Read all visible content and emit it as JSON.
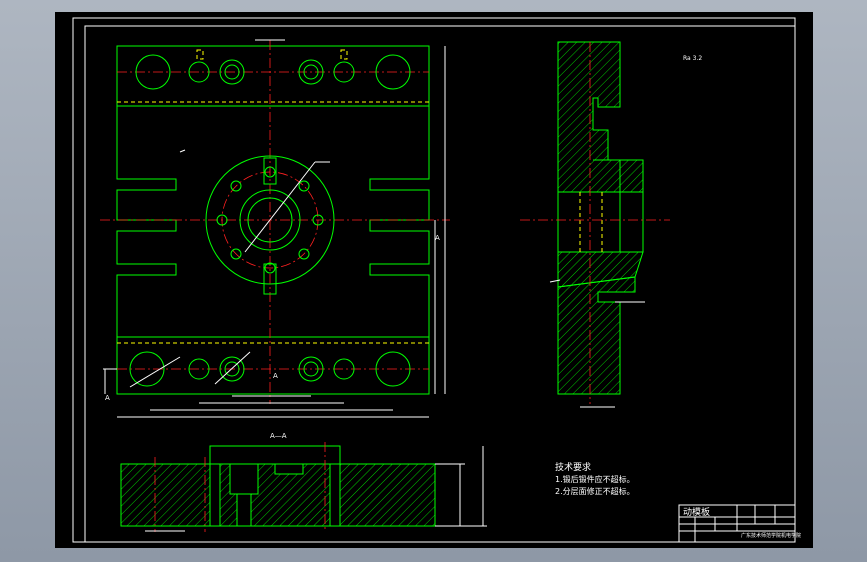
{
  "drawing": {
    "section_label": "A—A",
    "section_marker": "A",
    "roughness_symbol": "Ra 3.2",
    "tech_requirements": {
      "title": "技术要求",
      "items": [
        "1.锻后锻件应不超标。",
        "2.分层面修正不超标。"
      ]
    },
    "title_block": {
      "part_name": "动模板",
      "school": "广东技术师范学院机电学院"
    },
    "colors": {
      "background": "#000000",
      "frame": "#ffffff",
      "outline": "#00ff00",
      "center_line": "#ff2020",
      "hidden_line": "#ffff00"
    }
  }
}
